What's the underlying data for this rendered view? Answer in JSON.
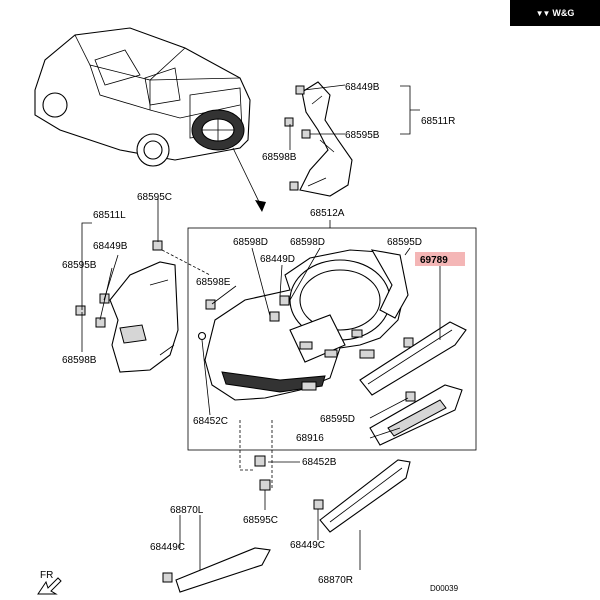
{
  "brand": {
    "name": "W&G",
    "mark": "▼▼"
  },
  "labels": {
    "p68449B_top": "68449B",
    "p68511R": "68511R",
    "p68595B_top": "68595B",
    "p68598B_top": "68598B",
    "p68595C_left": "68595C",
    "p68511L": "68511L",
    "p68449B_left": "68449B",
    "p68595B_left": "68595B",
    "p68598B_left": "68598B",
    "p68512A": "68512A",
    "p68598D_a": "68598D",
    "p68598D_b": "68598D",
    "p68595D_top": "68595D",
    "p68449D": "68449D",
    "p69789": "69789",
    "p68598E": "68598E",
    "p68595D_mid": "68595D",
    "p68452C": "68452C",
    "p68916": "68916",
    "p68452B": "68452B",
    "p68870L": "68870L",
    "p68595C_bottom": "68595C",
    "p68449C_left": "68449C",
    "p68449C_right": "68449C",
    "p68870R": "68870R",
    "fr": "FR",
    "ref": "D00039"
  },
  "highlight_color": "#f4b6b6"
}
